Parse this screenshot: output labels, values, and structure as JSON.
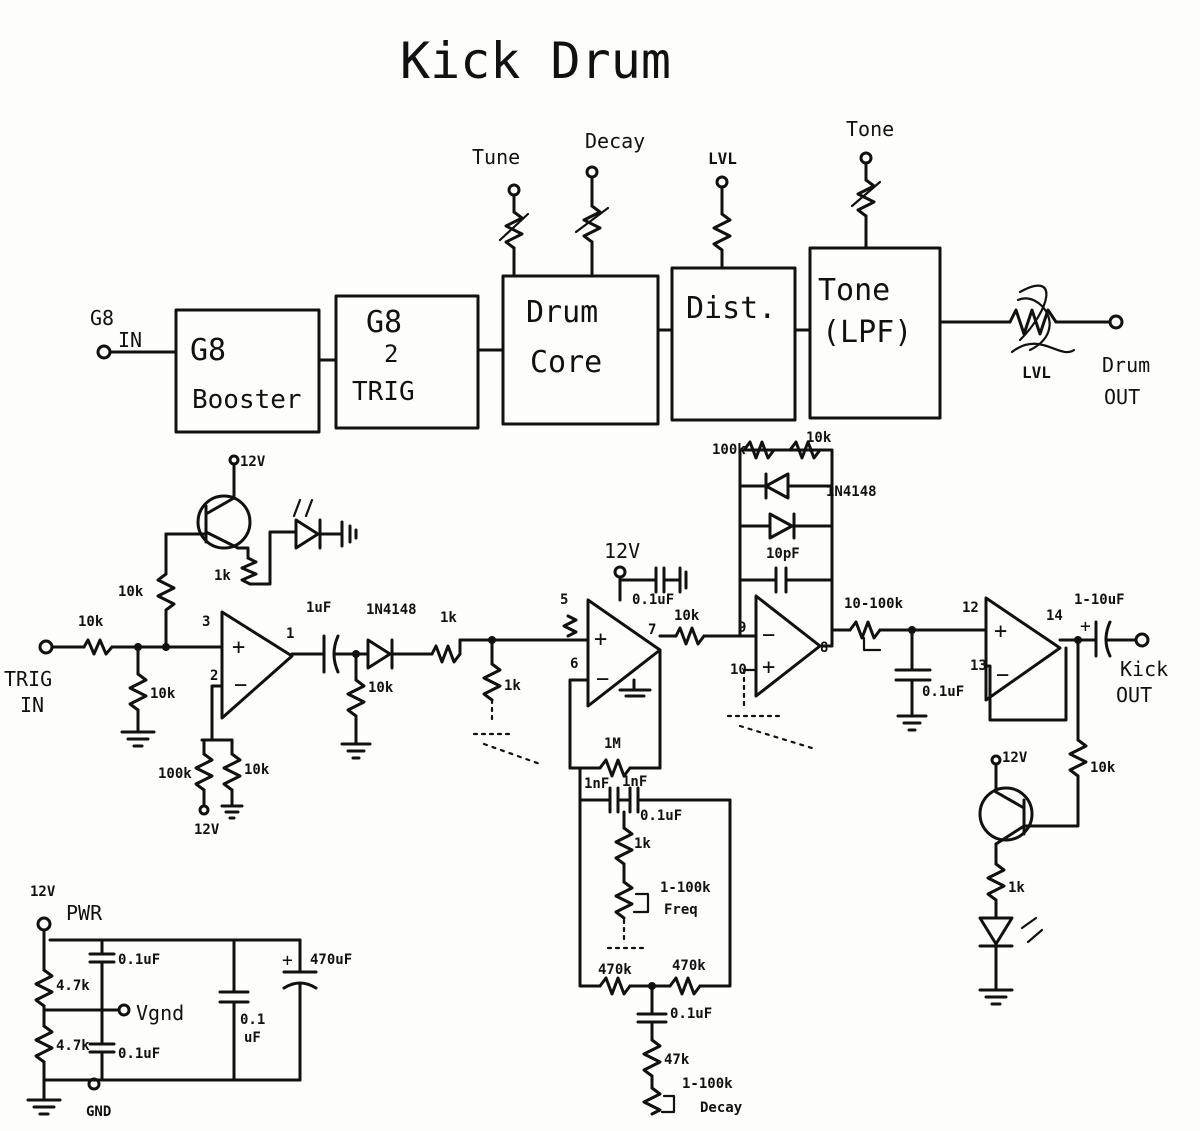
{
  "title": "Kick Drum",
  "blocks": {
    "booster": [
      "G8",
      "Booster"
    ],
    "trig": [
      "G8",
      "2",
      "TRIG"
    ],
    "core": [
      "Drum",
      "Core"
    ],
    "dist": [
      "Dist."
    ],
    "tone": [
      "Tone",
      "(LPF)"
    ]
  },
  "knobs": {
    "tune": "Tune",
    "decay": "Decay",
    "lvl": "LVL",
    "tone": "Tone"
  },
  "io": {
    "g8_in": [
      "G8",
      "IN"
    ],
    "drum_out": [
      "Drum",
      "OUT"
    ],
    "trig_in": [
      "TRIG",
      "IN"
    ],
    "kick_out": [
      "Kick",
      "OUT"
    ],
    "out_lvl": "LVL"
  },
  "components": {
    "v12_top": "12V",
    "r10k_base": "10k",
    "r1k_led": "1k",
    "r10k_in": "10k",
    "r10k_shunt": "10k",
    "pin3": "3",
    "pin2": "2",
    "pin1": "1",
    "r100k_div": "100k",
    "r10k_div": "10k",
    "v12_div": "12V",
    "cap1uf": "1uF",
    "diode1": "1N4148",
    "r10k_bleed": "10k",
    "r1k_series": "1k",
    "r1k_shunt": "1k",
    "v12_mid": "12V",
    "cap_mid": "0.1uF",
    "pin5": "5",
    "pin6": "6",
    "pin7": "7",
    "r10k_out": "10k",
    "r1m": "1M",
    "cap_1nf_a": "1nF",
    "cap_1nf_b": "1nF",
    "cap_01_fb": "0.1uF",
    "r1k_fb": "1k",
    "pot_freq_val": "1-100k",
    "pot_freq": "Freq",
    "r470k_a": "470k",
    "r470k_b": "470k",
    "cap_01_low": "0.1uF",
    "r47k": "47k",
    "pot_decay_val": "1-100k",
    "pot_decay": "Decay",
    "r100k_top": "100k",
    "r10k_top": "10k",
    "diode2": "1N4148",
    "cap_10pf": "10pF",
    "pin9": "9",
    "pin10": "10",
    "pin8": "8",
    "pot_tone_val": "10-100k",
    "cap_01_tone": "0.1uF",
    "pin12": "12",
    "pin13": "13",
    "pin14": "14",
    "cap_out": "1-10uF",
    "v12_right": "12V",
    "r10k_right": "10k",
    "r1k_right": "1k"
  },
  "power": {
    "v12": "12V",
    "pwr": "PWR",
    "cap_a": "0.1uF",
    "r47k_a": "4.7k",
    "vgnd": "Vgnd",
    "cap_b": "0.1",
    "cap_b2": "uF",
    "cap_big": "470uF",
    "r47k_b": "4.7k",
    "cap_c": "0.1uF",
    "gnd": "GND"
  }
}
